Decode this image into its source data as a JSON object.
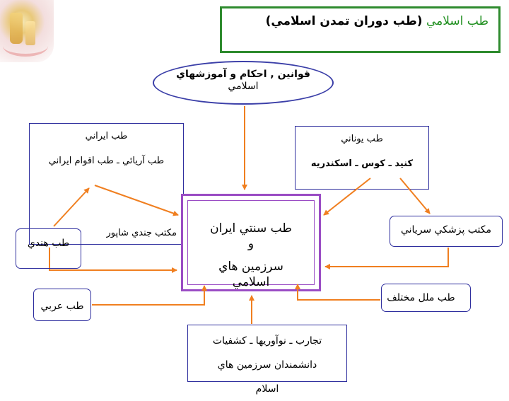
{
  "title": {
    "line1": "طب اسلامي",
    "line2": "(طب دوران تمدن اسلامي)"
  },
  "ellipse": {
    "bold": "قوانين , احكام و آموزشهاي",
    "normal": "اسلامي"
  },
  "iran_box": {
    "heading": "طب ايراني",
    "sub": "طب آريائي ـ طب اقوام ايراني",
    "school": "مكتب جندي شاپور"
  },
  "greek_box": {
    "heading": "طب يوناني",
    "sub": "كنيد ـ كوس ـ اسكندريه"
  },
  "center": {
    "line1": "طب سنتي ايران",
    "line2": "و",
    "line3": "سرزمين هاي",
    "line4": "اسلامي"
  },
  "syriac_box": {
    "label": "مكتب پزشكي سرياني"
  },
  "indian_box": {
    "label": "طب هندي"
  },
  "arab_box": {
    "label": "طب عربي"
  },
  "nations_box": {
    "label": "طب ملل مختلف"
  },
  "bottom_box": {
    "line1": "تجارب ـ نوآوريها ـ كشفيات",
    "line2": "دانشمندان سرزمين هاي",
    "line3": "اسلام"
  },
  "colors": {
    "arrow": "#f07f20",
    "title_border": "#2e8b2e",
    "center_border": "#9a4cc4",
    "box_border": "#2e2e9e"
  }
}
